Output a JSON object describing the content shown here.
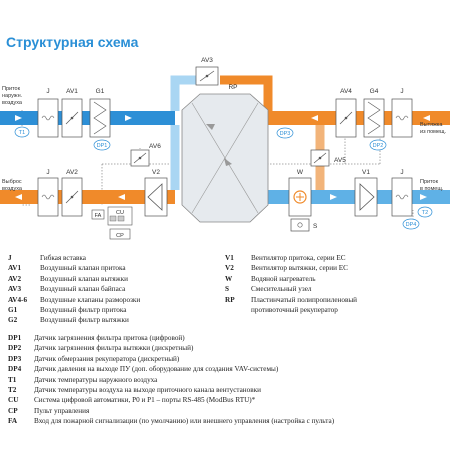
{
  "title": "Структурная схема",
  "diagram": {
    "blocks": {
      "j_left_top": "J",
      "av1": "AV1",
      "g1": "G1",
      "j_left_bot": "J",
      "av2": "AV2",
      "v2": "V2",
      "av3": "AV3",
      "rp": "RP",
      "av6": "AV6",
      "av4": "AV4",
      "g4": "G4",
      "j_right_top": "J",
      "av5": "AV5",
      "w": "W",
      "s": "S",
      "v1": "V1",
      "j_right_bot": "J",
      "fa": "FA",
      "cu": "CU",
      "cp": "CP"
    },
    "sensors": {
      "t1": "T1",
      "dp1": "DP1",
      "dp2": "DP2",
      "dp3": "DP3",
      "t2": "T2",
      "dp4": "DP4"
    },
    "labels": {
      "intake_in": [
        "Приток",
        "наружн.",
        "воздуха"
      ],
      "exhaust_out": [
        "Выброс",
        "воздуха"
      ],
      "extract_in": [
        "Вытяжка",
        "из помещ."
      ],
      "supply_out": [
        "Приток",
        "в помещ."
      ]
    }
  },
  "legend_left": [
    {
      "k": "J",
      "v": "Гибкая вставка"
    },
    {
      "k": "AV1",
      "v": "Воздушный клапан притока"
    },
    {
      "k": "AV2",
      "v": "Воздушный клапан вытяжки"
    },
    {
      "k": "AV3",
      "v": "Воздушный клапан байпаса"
    },
    {
      "k": "AV4-6",
      "v": "Воздушные клапаны разморозки"
    },
    {
      "k": "G1",
      "v": "Воздушный фильтр притока"
    },
    {
      "k": "G2",
      "v": "Воздушный фильтр вытяжки"
    }
  ],
  "legend_right": [
    {
      "k": "V1",
      "v": "Вентилятор притока, серии EC"
    },
    {
      "k": "V2",
      "v": "Вентилятор вытяжки, серии EC"
    },
    {
      "k": "W",
      "v": "Водяной нагреватель"
    },
    {
      "k": "S",
      "v": "Смесительный узел"
    },
    {
      "k": "RP",
      "v": "Пластинчатый полипропиленовый"
    },
    {
      "k": "",
      "v": "противоточный рекуператор"
    }
  ],
  "legend_bottom": [
    {
      "k": "DP1",
      "v": "Датчик загрязнения фильтра притока (цифровой)"
    },
    {
      "k": "DP2",
      "v": "Датчик загрязнения фильтра вытяжки (дискретный)"
    },
    {
      "k": "DP3",
      "v": "Датчик обмерзания рекуператора (дискретный)"
    },
    {
      "k": "DP4",
      "v": "Датчик давления на выходе ПУ (доп. оборудование для создания VAV-системы)"
    },
    {
      "k": "T1",
      "v": "Датчик температуры наружного воздуха"
    },
    {
      "k": "T2",
      "v": "Датчик температуры воздуха на выходе приточного канала вентустановки"
    },
    {
      "k": "CU",
      "v": "Система цифровой автоматики, P0 и P1 – порты RS-485 (ModBus RTU)*"
    },
    {
      "k": "CP",
      "v": "Пульт управления"
    },
    {
      "k": "FA",
      "v": "Вход для пожарной сигнализации (по умолчанию) или внешнего управления (настройка с пульта)"
    }
  ]
}
